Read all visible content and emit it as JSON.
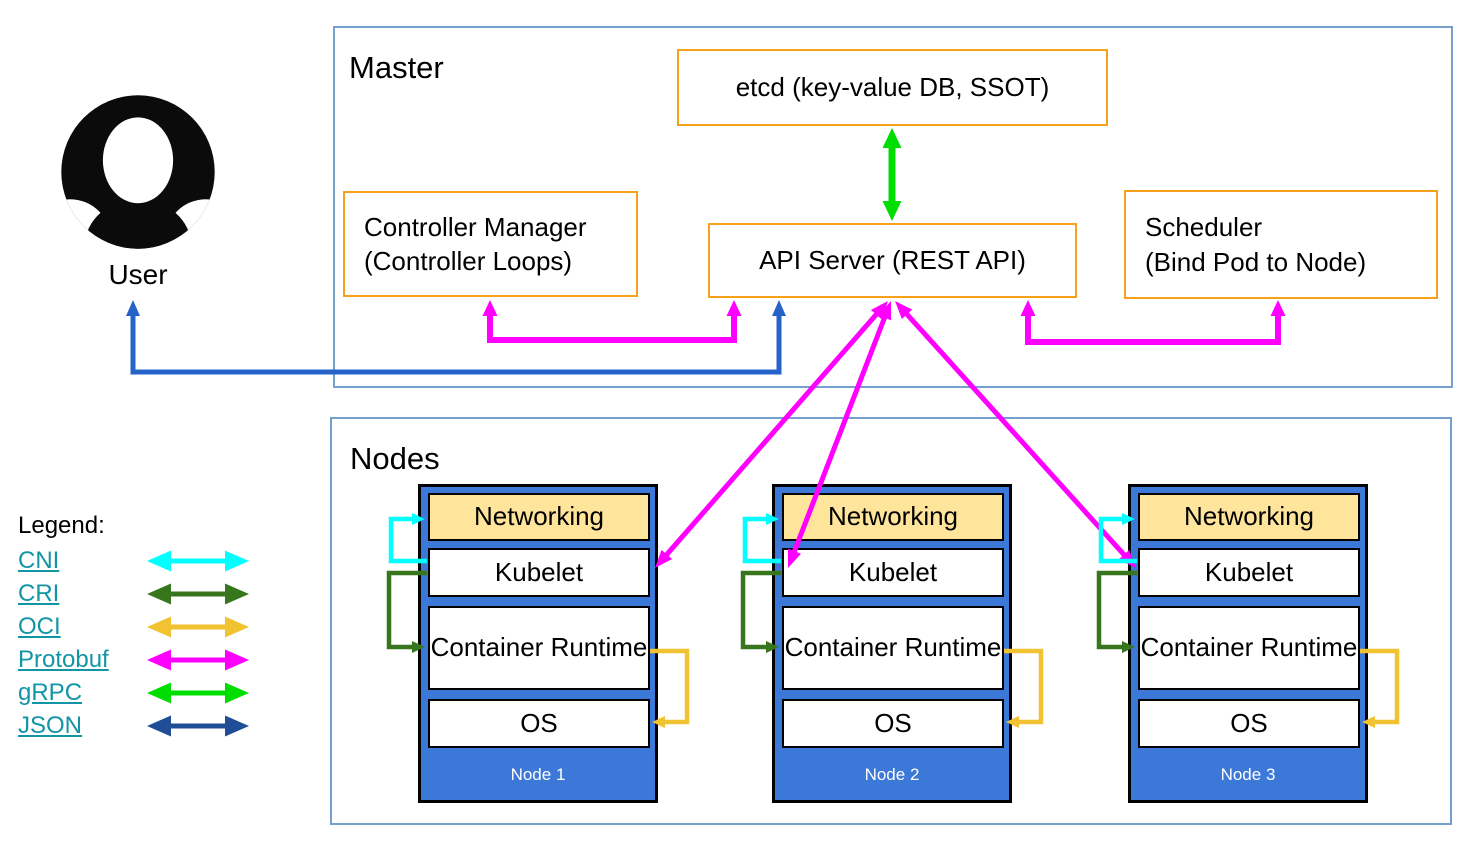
{
  "master": {
    "title": "Master",
    "etcd_label": "etcd (key-value DB, SSOT)",
    "controller_manager": {
      "line1": "Controller Manager",
      "line2": "(Controller Loops)"
    },
    "api_server_label": "API Server (REST API)",
    "scheduler": {
      "line1": "Scheduler",
      "line2": "(Bind Pod to Node)"
    }
  },
  "user": {
    "label": "User"
  },
  "nodes_section": {
    "title": "Nodes",
    "nodes": [
      {
        "name": "Node 1",
        "layers": [
          "Networking",
          "Kubelet",
          "Container Runtime",
          "OS"
        ]
      },
      {
        "name": "Node 2",
        "layers": [
          "Networking",
          "Kubelet",
          "Container Runtime",
          "OS"
        ]
      },
      {
        "name": "Node 3",
        "layers": [
          "Networking",
          "Kubelet",
          "Container Runtime",
          "OS"
        ]
      }
    ]
  },
  "legend": {
    "title": "Legend:",
    "entries": [
      {
        "label": "CNI",
        "color": "#00ffff"
      },
      {
        "label": "CRI",
        "color": "#38761d"
      },
      {
        "label": "OCI",
        "color": "#f1c232"
      },
      {
        "label": "Protobuf",
        "color": "#ff00ff"
      },
      {
        "label": "gRPC",
        "color": "#00dd00"
      },
      {
        "label": "JSON",
        "color": "#1f4e96"
      }
    ]
  },
  "colors": {
    "frame_border": "#759fcc",
    "component_border": "#f7a11a",
    "node_fill": "#3c78d8",
    "networking_fill": "#ffe59b",
    "outline": "#000000",
    "node_name_text": "#ffffff",
    "cni": "#00ffff",
    "cri": "#38761d",
    "oci": "#f1c232",
    "protobuf": "#ff00ff",
    "grpc": "#00dd00",
    "json": "#1f4e96",
    "user_arrow": "#2563c9",
    "legend_link": "#1295a5",
    "avatar": "#0b0b0b"
  }
}
